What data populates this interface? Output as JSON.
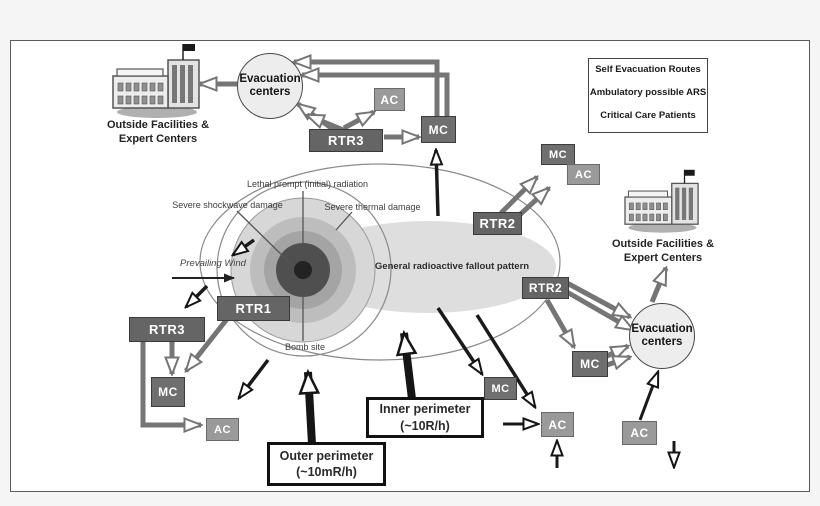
{
  "diagram": {
    "legend": {
      "self_evacuation": "Self Evacuation Routes",
      "ambulatory": "Ambulatory possible ARS",
      "critical": "Critical Care Patients"
    },
    "facilities_left": "Outside Facilities &\nExpert Centers",
    "facilities_right": "Outside Facilities &\nExpert Centers",
    "evacuation_left": "Evacuation\ncenters",
    "evacuation_right": "Evacuation\ncenters",
    "nodes": {
      "rtr1": "RTR1",
      "rtr2": "RTR2",
      "rtr3": "RTR3",
      "mc": "MC",
      "ac": "AC"
    },
    "zone_labels": {
      "lethal": "Lethal prompt (initial) radiation",
      "shockwave": "Severe shockwave damage",
      "thermal": "Severe thermal damage",
      "fallout": "General radioactive fallout pattern",
      "wind": "Prevailing Wind",
      "bomb_site": "Bomb site"
    },
    "perimeters": {
      "inner": "Inner perimeter\n(~10R/h)",
      "outer": "Outer perimeter\n(~10mR/h)"
    },
    "colors": {
      "node_dark": "#656565",
      "node_mc": "#6f6f6f",
      "node_ac": "#9a9a9a",
      "arrow_gray": "#757575",
      "arrow_black": "#1a1a1a",
      "ring_outer": "#d7d7d7",
      "ring_mid": "#bdbdbd",
      "ring_inner": "#a4a4a4",
      "ring_core": "#4f4f4f",
      "plume": "#dedede"
    }
  }
}
